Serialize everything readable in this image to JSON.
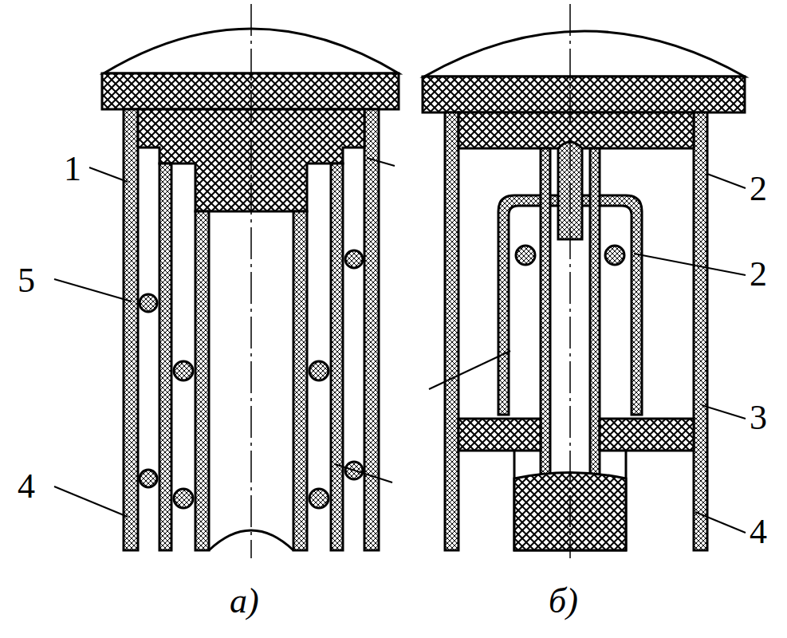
{
  "diagram": {
    "labels": [
      "1",
      "5",
      "4",
      "2",
      "2",
      "3",
      "4",
      "а)",
      "б)"
    ]
  }
}
